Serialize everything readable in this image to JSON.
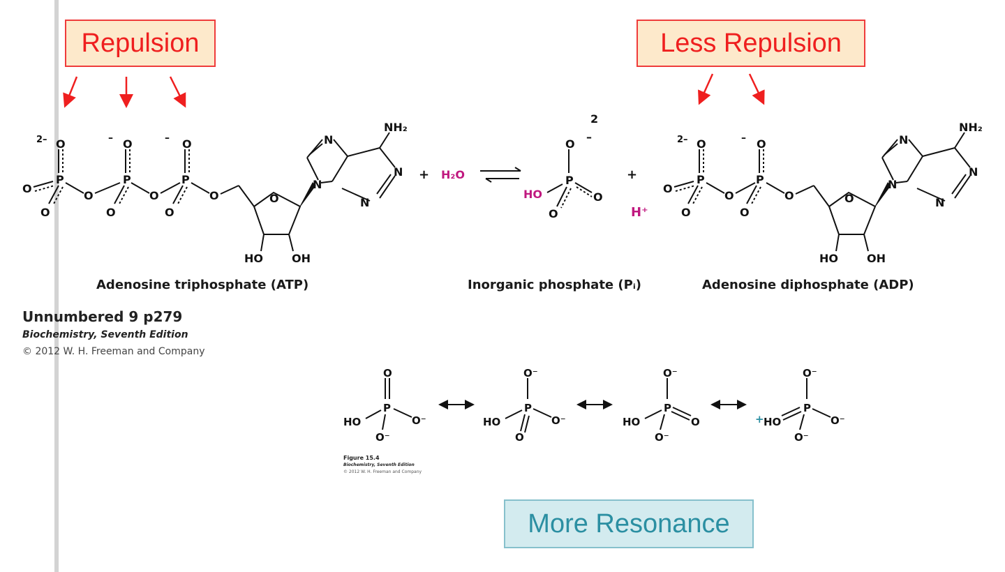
{
  "callouts": {
    "repulsion": "Repulsion",
    "less_repulsion": "Less Repulsion",
    "more_resonance": "More Resonance"
  },
  "colors": {
    "red": "#ef1f1f",
    "callout_fill": "#fde9cb",
    "teal_text": "#2b8fa2",
    "teal_fill": "#d3ebef",
    "magenta": "#c0187f"
  },
  "reaction": {
    "plus": "+",
    "water": "H₂O",
    "proton": "H⁺",
    "pi_charge": "2",
    "atp_label": "Adenosine triphosphate (ATP)",
    "pi_label": "Inorganic phosphate (Pᵢ)",
    "adp_label": "Adenosine diphosphate (ADP)"
  },
  "atoms": {
    "O": "O",
    "P": "P",
    "N": "N",
    "HO": "HO",
    "OH": "OH",
    "NH2": "NH₂",
    "charge_2minus": "2–",
    "charge_minus": "–",
    "O_minus": "O⁻",
    "plus_charge": "+"
  },
  "credit": {
    "title": "Unnumbered 9 p279",
    "book": "Biochemistry, Seventh Edition",
    "copyright": "© 2012 W. H. Freeman and Company"
  },
  "figure": {
    "title": "Figure 15.4",
    "book": "Biochemistry, Seventh Edition",
    "copyright": "© 2012 W. H. Freeman and Company"
  }
}
